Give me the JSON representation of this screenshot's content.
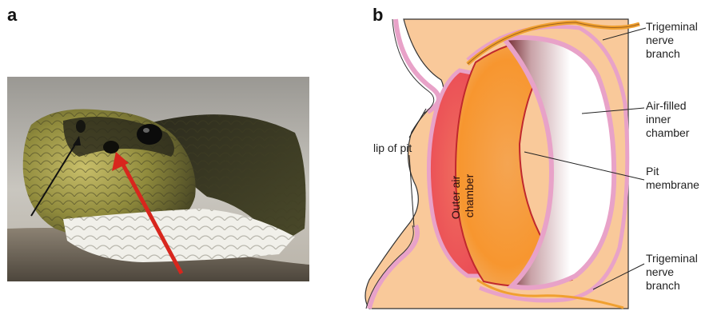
{
  "panels": {
    "a": {
      "letter": "a"
    },
    "b": {
      "letter": "b"
    }
  },
  "labels": {
    "trigeminal_top": [
      "Trigeminal",
      "nerve",
      "branch"
    ],
    "air_filled": [
      "Air-filled",
      "inner",
      "chamber"
    ],
    "pit_membrane": [
      "Pit",
      "membrane"
    ],
    "trigeminal_bottom": [
      "Trigeminal",
      "nerve",
      "branch"
    ],
    "lip_of_pit": "lip of pit",
    "outer_air_chamber": [
      "Outer air",
      "chamber"
    ]
  },
  "colors": {
    "tissue": "#f9c99a",
    "lining": "#e8a2c8",
    "outer_chamber": "#ef5a5a",
    "membrane": "#f7a23c",
    "inner_chamber": "#ffffff",
    "nerve": "#f0a030",
    "photo_arrow_black": "#111111",
    "photo_arrow_red": "#d8261d"
  }
}
